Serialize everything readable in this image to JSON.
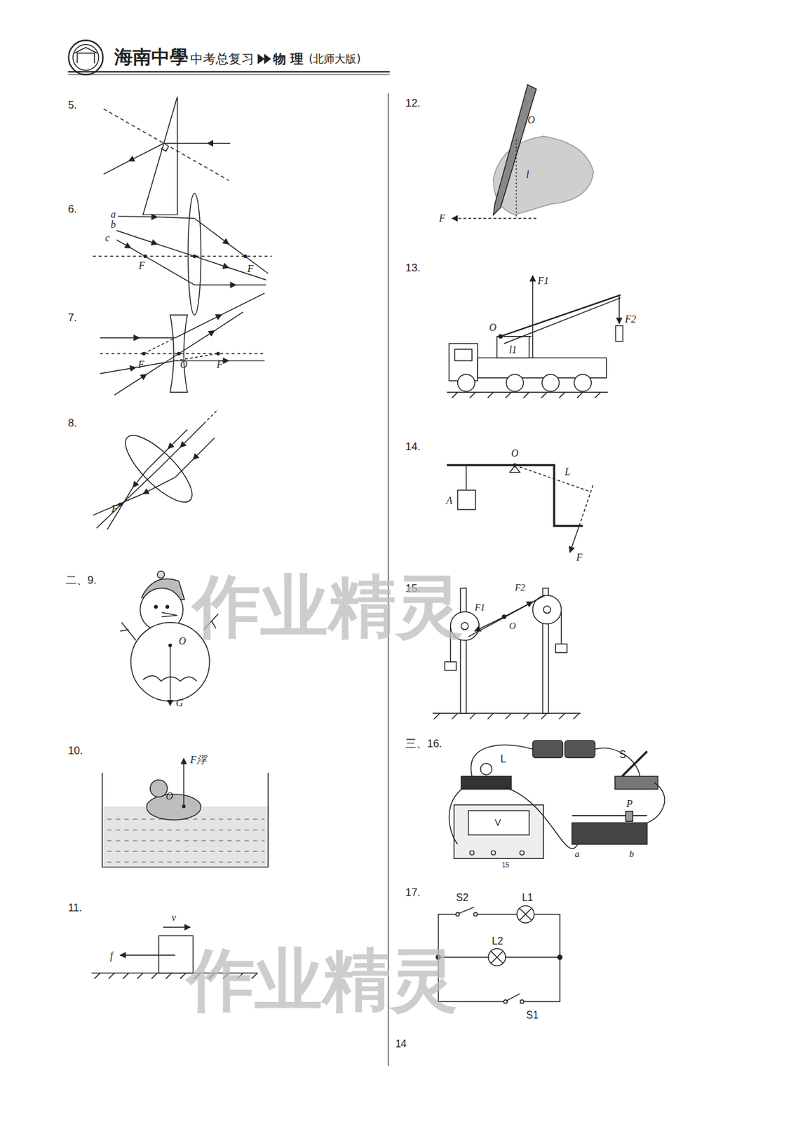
{
  "diagram": {
    "labels": [
      "海南中學",
      "中考总复习",
      "物 理",
      "(北师大版)",
      "5.",
      "6.",
      "a",
      "b",
      "c",
      "F",
      "F",
      "7.",
      "F",
      "O",
      "F",
      "8.",
      "F",
      "二、9.",
      "O",
      "G",
      "10.",
      "F浮",
      "O",
      "11.",
      "v",
      "f",
      "12.",
      "O",
      "l",
      "F",
      "13.",
      "F1",
      "F2",
      "O",
      "l1",
      "14.",
      "O",
      "L",
      "A",
      "F",
      "15.",
      "F1",
      "F2",
      "O",
      "三、16.",
      "L",
      "S",
      "P",
      "V",
      "15",
      "a",
      "b",
      "17.",
      "S2",
      "L1",
      "L2",
      "S1",
      "14",
      "作业精灵",
      "作业精灵"
    ]
  }
}
